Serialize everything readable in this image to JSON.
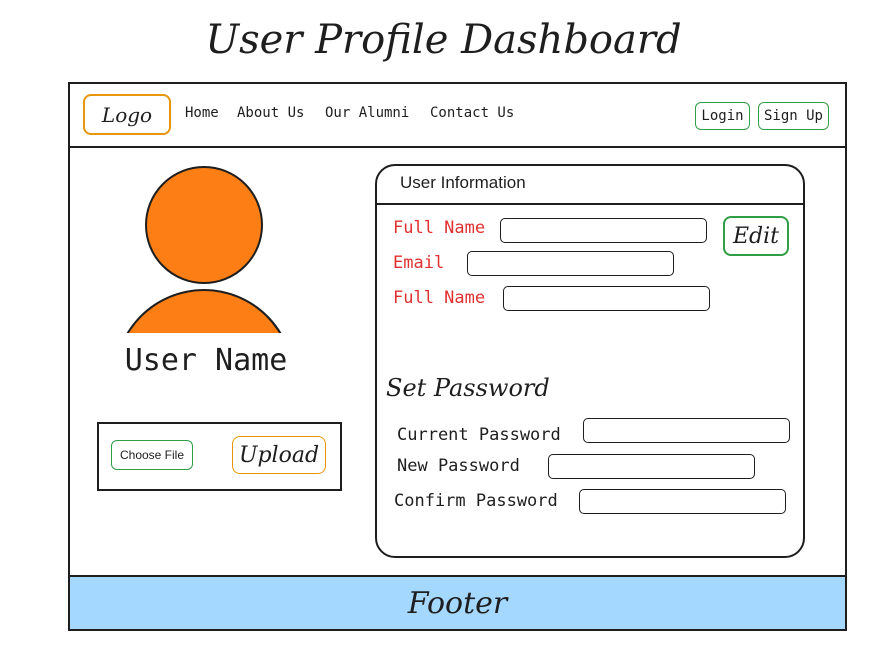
{
  "page": {
    "title": "User Profile Dashboard"
  },
  "header": {
    "logo": "Logo",
    "nav": [
      "Home",
      "About Us",
      "Our Alumni",
      "Contact Us"
    ],
    "login": "Login",
    "signup": "Sign Up"
  },
  "profile": {
    "username": "User Name",
    "choose_file": "Choose File",
    "upload": "Upload"
  },
  "user_info": {
    "title": "User Information",
    "fields": [
      {
        "label": "Full Name",
        "value": ""
      },
      {
        "label": "Email",
        "value": ""
      },
      {
        "label": "Full Name",
        "value": ""
      }
    ],
    "edit": "Edit"
  },
  "password": {
    "title": "Set Password",
    "fields": [
      {
        "label": "Current Password",
        "value": ""
      },
      {
        "label": "New Password",
        "value": ""
      },
      {
        "label": "Confirm Password",
        "value": ""
      }
    ]
  },
  "footer": {
    "label": "Footer"
  },
  "colors": {
    "accent_orange": "#fd7e14",
    "button_orange_border": "#e8960c",
    "button_green_border": "#2f9e44",
    "label_red": "#e03131",
    "footer_blue": "#a5d8ff",
    "stroke": "#1e1e1e"
  }
}
